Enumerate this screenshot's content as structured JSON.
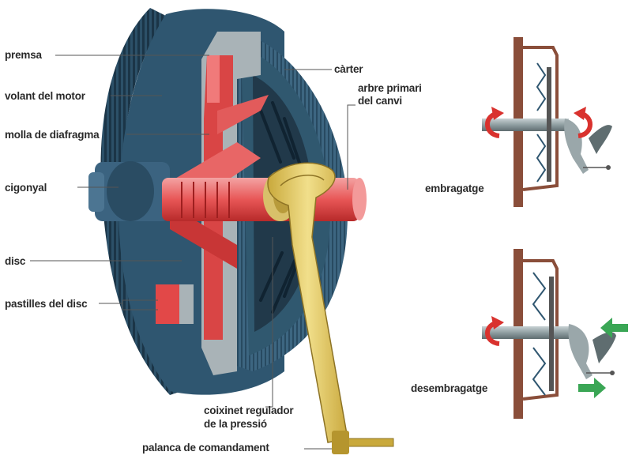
{
  "labels": {
    "premsa": "premsa",
    "volant": "volant del motor",
    "molla": "molla de diafragma",
    "cigonyal": "cigonyal",
    "disc": "disc",
    "pastilles": "pastilles del disc",
    "carter": "càrter",
    "arbre_line1": "arbre primari",
    "arbre_line2": "del canvi",
    "coixinet_line1": "coixinet regulador",
    "coixinet_line2": "de la pressió",
    "palanca": "palanca de comandament",
    "embragatge": "embragatge",
    "desembragatge": "desembragatge"
  },
  "colors": {
    "housing_blue": "#2f5670",
    "housing_dark": "#1d3a4f",
    "housing_light": "#5f8aa6",
    "red_part": "#e23a3a",
    "red_light": "#f07a7a",
    "lever_yellow": "#e8cf6a",
    "shaft_gray": "#8f9ea1",
    "bracket_brown": "#8a4e3a",
    "arrow_red": "#d9322e",
    "arrow_green": "#3aa655",
    "leader_line": "#555555"
  },
  "icons": {
    "rotation_arrow": "curved-arrow-icon",
    "push_arrow": "arrow-left-icon"
  }
}
